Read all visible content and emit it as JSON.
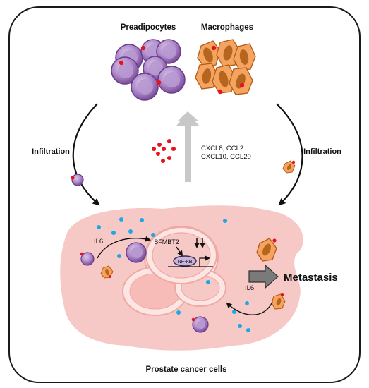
{
  "labels": {
    "preadipocytes": "Preadipocytes",
    "macrophages": "Macrophages",
    "infiltration_left": "Infiltration",
    "infiltration_right": "Infiltration",
    "chemokines_line1": "CXCL8, CCL2",
    "chemokines_line2": "CXCL10, CCL20",
    "il6_left": "IL6",
    "il6_right": "IL6",
    "sfmbt2": "SFMBT2",
    "nfkb": "NF-κB",
    "metastasis": "Metastasis",
    "prostate_cancer_cells": "Prostate cancer cells"
  },
  "colors": {
    "frame": "#1a1a1a",
    "preadipocyte_fill": "#9b6bb5",
    "preadipocyte_inner": "#c9b4dc",
    "macrophage_fill": "#f4a460",
    "macrophage_nucleus": "#b5651d",
    "red_dot": "#e8121e",
    "blue_dot": "#1ea7e6",
    "tumor_bg": "#f7c9c6",
    "cell_ring": "#f7b7b2",
    "arrow_gray": "#c8c8c8"
  },
  "icons": {
    "cycle_arrow_left": "curved-arrow-down",
    "cycle_arrow_right": "curved-arrow-down",
    "upward_arrow": "block-arrow-up",
    "metastasis_arrow": "block-arrow-right",
    "transcription_arrow": "bent-arrow"
  }
}
